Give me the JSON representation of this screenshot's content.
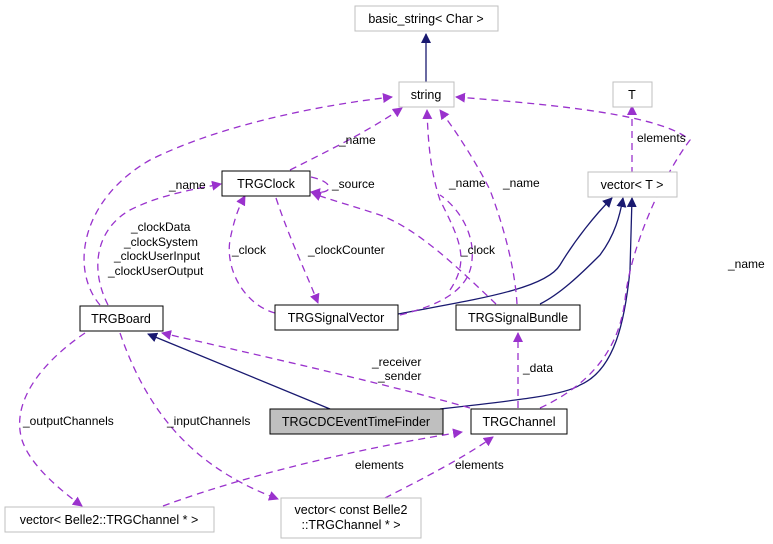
{
  "diagram": {
    "type": "collaboration-graph",
    "colors": {
      "inheritance_edge": "#191970",
      "usage_edge": "#9a32cd",
      "focus_fill": "#bfbfbf",
      "node_border": "#000000",
      "external_border": "#bfbfbf"
    },
    "nodes": {
      "basic_string": "basic_string< Char >",
      "string": "string",
      "T": "T",
      "vector_T": "vector< T >",
      "TRGClock": "TRGClock",
      "TRGBoard": "TRGBoard",
      "TRGSignalVector": "TRGSignalVector",
      "TRGSignalBundle": "TRGSignalBundle",
      "TRGCDCEventTimeFinder": "TRGCDCEventTimeFinder",
      "TRGChannel": "TRGChannel",
      "vector_channel_ptr": "vector< Belle2::TRGChannel * >",
      "vector_const_channel_ptr_1": "vector< const Belle2",
      "vector_const_channel_ptr_2": "::TRGChannel * >"
    },
    "labels": {
      "clock_name": "_name",
      "board_name": "_name",
      "source": "_source",
      "sv_name": "_name",
      "sb_name": "_name",
      "elements_T": "elements",
      "channel_name": "_name",
      "clockData": "_clockData",
      "clockSystem": "_clockSystem",
      "clockUserInput": "_clockUserInput",
      "clockUserOutput": "_clockUserOutput",
      "clock_sv": "_clock",
      "clockCounter": "_clockCounter",
      "clock_sb": "_clock",
      "receiver": "_receiver",
      "sender": "_sender",
      "data": "_data",
      "outputChannels": "_outputChannels",
      "inputChannels": "_inputChannels",
      "elements_out": "elements",
      "elements_in": "elements"
    }
  }
}
